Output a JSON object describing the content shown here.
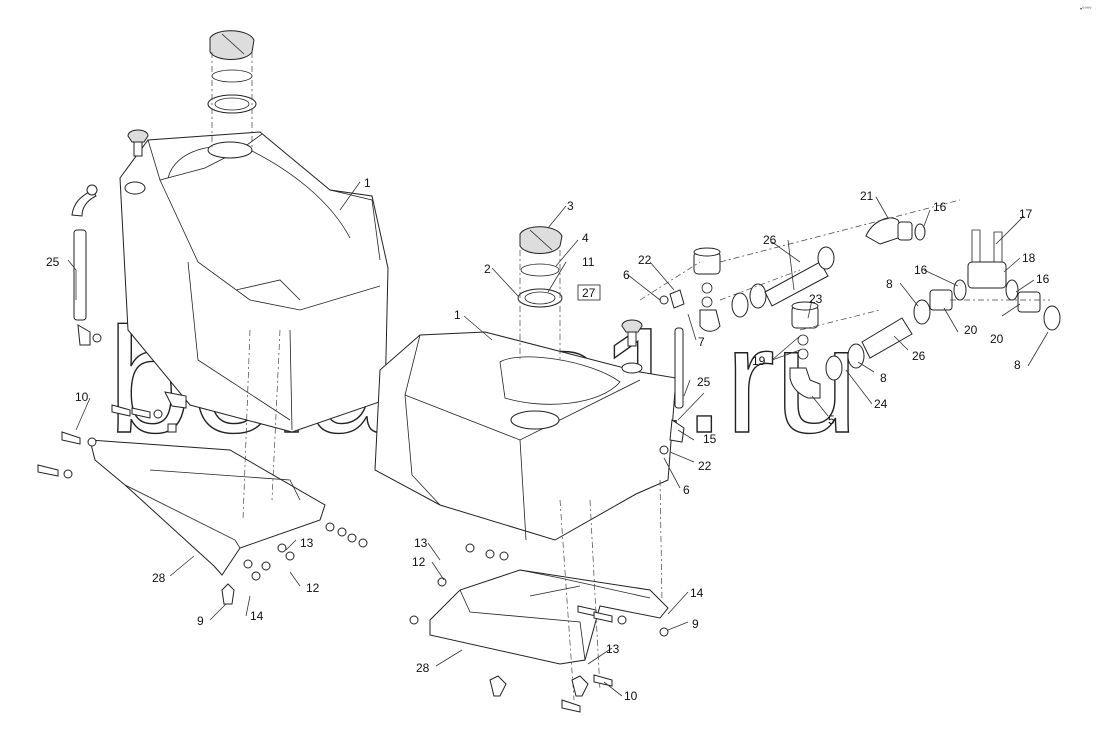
{
  "watermark": "belarus1.ru",
  "corner_mark": "•°°°°",
  "boxed_label": "27",
  "labels": {
    "l1a": "1",
    "l1b": "1",
    "l2": "2",
    "l3": "3",
    "l4": "4",
    "l5": "5",
    "l6a": "6",
    "l6b": "6",
    "l7": "7",
    "l8a": "8",
    "l8b": "8",
    "l8c": "8",
    "l9a": "9",
    "l9b": "9",
    "l10a": "10",
    "l10b": "10",
    "l11": "11",
    "l12a": "12",
    "l12b": "12",
    "l13a": "13",
    "l13b": "13",
    "l13c": "13",
    "l14a": "14",
    "l14b": "14",
    "l15": "15",
    "l16a": "16",
    "l16b": "16",
    "l16c": "16",
    "l17": "17",
    "l18": "18",
    "l19": "19",
    "l20a": "20",
    "l20b": "20",
    "l21": "21",
    "l22a": "22",
    "l22b": "22",
    "l23": "23",
    "l24": "24",
    "l25a": "25",
    "l25b": "25",
    "l26a": "26",
    "l26b": "26",
    "l28a": "28",
    "l28b": "28"
  }
}
